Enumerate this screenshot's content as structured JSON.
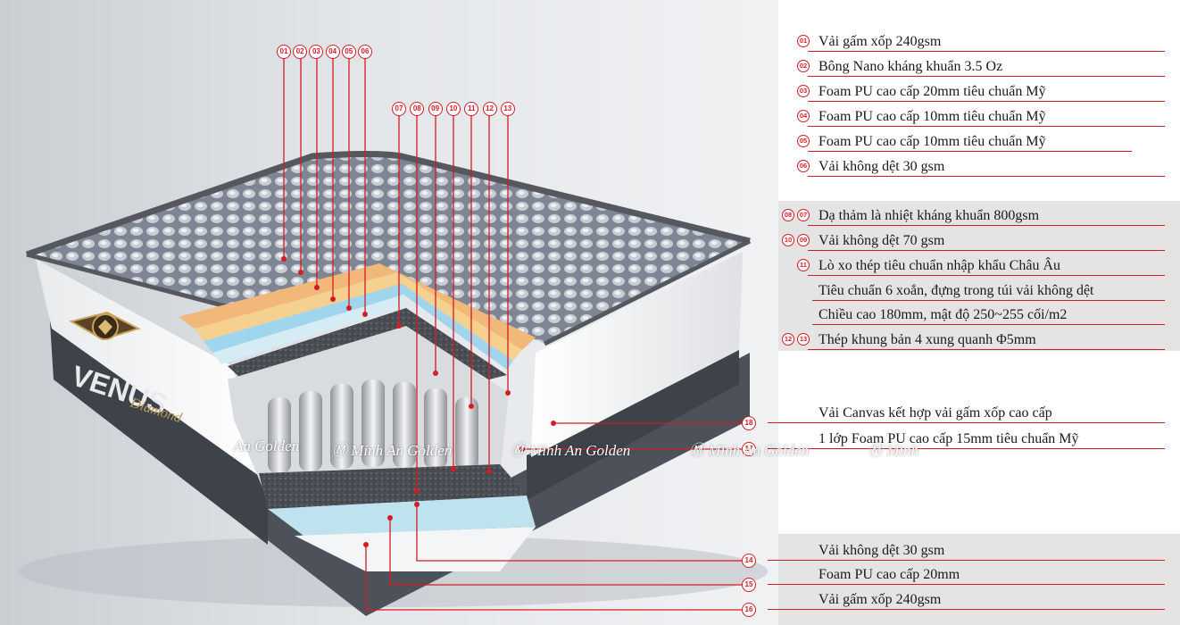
{
  "product": {
    "brand": "VENUS",
    "sub_brand": "Diamond"
  },
  "watermark": {
    "text": "Minh An Golden",
    "partial_left": "An Golden",
    "partial_right": "Minh"
  },
  "top_callouts": {
    "group_a": [
      "01",
      "02",
      "03",
      "04",
      "05",
      "06"
    ],
    "group_b": [
      "07",
      "08",
      "09",
      "10",
      "11",
      "12",
      "13"
    ]
  },
  "legend": {
    "section_top": [
      {
        "badges": [
          "01"
        ],
        "text": "Vải gấm xốp 240gsm"
      },
      {
        "badges": [
          "02"
        ],
        "text": "Bông Nano kháng khuẩn 3.5 Oz"
      },
      {
        "badges": [
          "03"
        ],
        "text": "Foam PU cao cấp 20mm tiêu chuẩn Mỹ"
      },
      {
        "badges": [
          "04"
        ],
        "text": "Foam PU cao cấp 10mm tiêu chuẩn Mỹ"
      },
      {
        "badges": [
          "05"
        ],
        "text": "Foam PU cao cấp 10mm tiêu chuẩn Mỹ"
      },
      {
        "badges": [
          "06"
        ],
        "text": "Vải không dệt 30 gsm"
      }
    ],
    "section_core": [
      {
        "badges": [
          "08",
          "07"
        ],
        "text": "Dạ thảm là nhiệt kháng khuẩn 800gsm"
      },
      {
        "badges": [
          "10",
          "09"
        ],
        "text": "Vải không dệt 70 gsm"
      },
      {
        "badges": [
          "11"
        ],
        "text": "Lò xo thép tiêu chuẩn nhập khẩu Châu Âu"
      },
      {
        "badges": [],
        "text": "Tiêu chuẩn 6 xoắn, đựng trong túi vải không dệt"
      },
      {
        "badges": [],
        "text": "Chiều cao 180mm, mật độ  250~255 cối/m2"
      },
      {
        "badges": [
          "12",
          "13"
        ],
        "text": "Thép khung bản 4 xung quanh Φ5mm"
      }
    ],
    "section_side": [
      {
        "badges": [
          "18"
        ],
        "text": "Vải Canvas kết hợp vải gấm xốp cao cấp"
      },
      {
        "badges": [
          "17"
        ],
        "text": "1 lớp Foam PU cao cấp 15mm tiêu chuẩn Mỹ"
      }
    ],
    "section_bottom": [
      {
        "badges": [
          "14"
        ],
        "text": "Vải không dệt 30 gsm"
      },
      {
        "badges": [
          "15"
        ],
        "text": "Foam PU cao cấp 20mm"
      },
      {
        "badges": [
          "16"
        ],
        "text": "Vải gấm xốp 240gsm"
      }
    ]
  },
  "colors": {
    "accent": "#d51c24",
    "panel": "#ffffff",
    "band": "#e4e4e4",
    "quilt": "#8e97a3",
    "border": "#5c6068"
  }
}
